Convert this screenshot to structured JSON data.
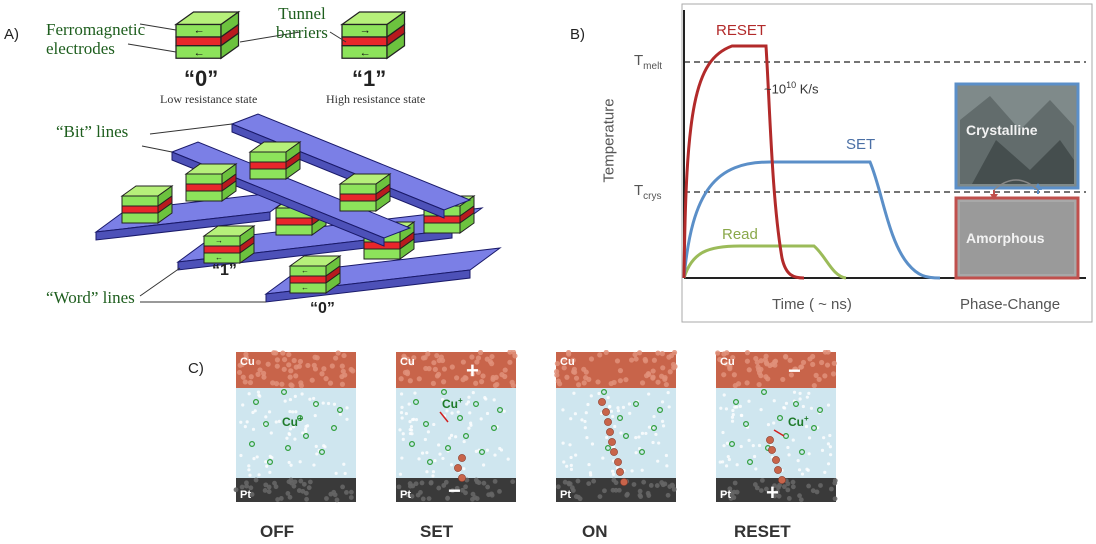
{
  "panel_a": {
    "letter": "A)",
    "ferro_label": [
      "Ferromagnetic",
      "electrodes"
    ],
    "tunnel_label": [
      "Tunnel",
      "barriers"
    ],
    "state0": {
      "value": "“0”",
      "desc": "Low resistance state"
    },
    "state1": {
      "value": "“1”",
      "desc": "High resistance state"
    },
    "bit_lines": "“Bit” lines",
    "word_lines": "“Word” lines",
    "grid_labels": [
      "“1”",
      "“0”"
    ],
    "colors": {
      "green": "#8de35b",
      "red": "#e8262b",
      "blue": "#7b7fe6"
    }
  },
  "panel_b": {
    "letter": "B)",
    "y_axis": "Temperature",
    "x_axis": "Time ( ~ ns)",
    "t_melt": "melt",
    "t_crys": "crys",
    "t_prefix": "T",
    "reset": "RESET",
    "set": "SET",
    "read": "Read",
    "rate": [
      "~10",
      "10",
      " K/s"
    ],
    "crystalline": "Crystalline",
    "amorphous": "Amorphous",
    "phase_change": "Phase-Change",
    "colors": {
      "reset": "#b22a2a",
      "set": "#5b8fc8",
      "read": "#9bbb59"
    }
  },
  "panel_c": {
    "letter": "C)",
    "top_electrode": "Cu",
    "bottom_electrode": "Pt",
    "ion": "Cu",
    "ion_charge": "+",
    "panels": [
      "OFF",
      "SET",
      "ON",
      "RESET"
    ],
    "signs": {
      "set_top": "+",
      "set_bottom": "−",
      "reset_top": "−",
      "reset_bottom": "+"
    },
    "colors": {
      "copper": "#c8644a",
      "electrolyte": "#cfe6ef",
      "platinum": "#3a3a3a",
      "ion": "#2e9e3a"
    }
  }
}
